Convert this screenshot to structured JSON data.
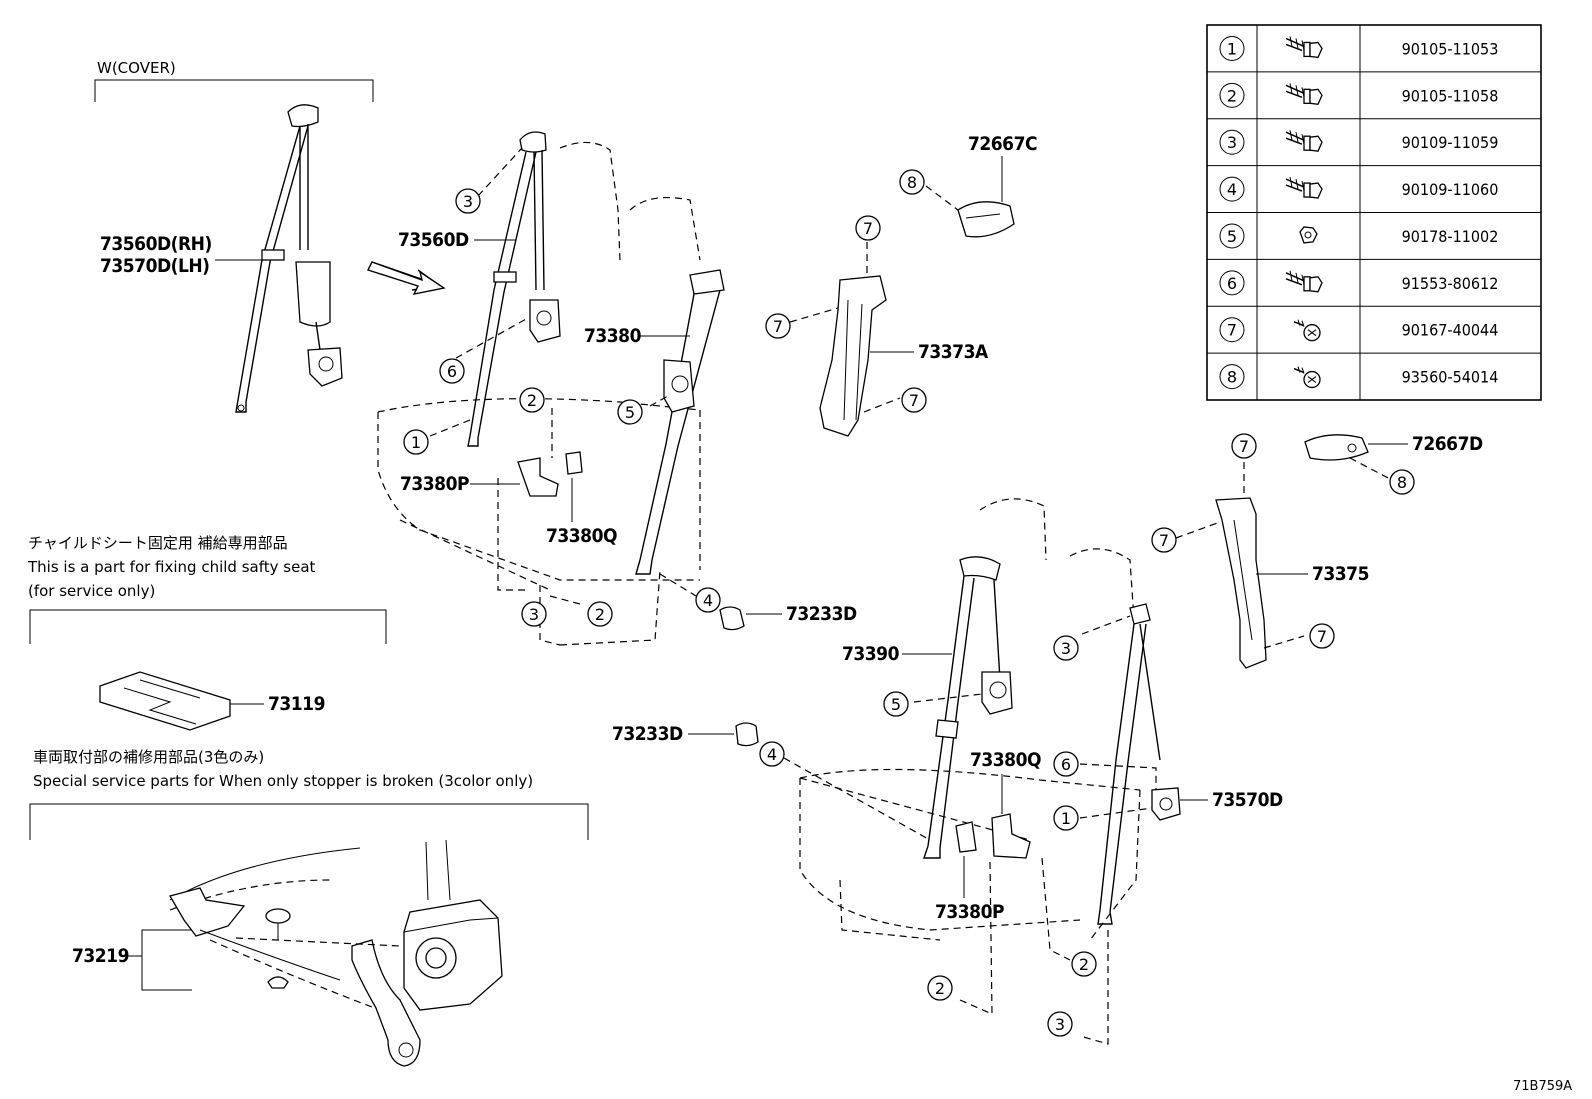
{
  "diagram_id": "71B759A",
  "cover_label": "W(COVER)",
  "part_labels": {
    "p73560D_RH": "73560D(RH)",
    "p73570D_LH": "73570D(LH)",
    "p73560D": "73560D",
    "p73380": "73380",
    "p73380P_top": "73380P",
    "p73380Q_top": "73380Q",
    "p73233D_top": "73233D",
    "p72667C": "72667C",
    "p73373A": "73373A",
    "p72667D": "72667D",
    "p73375": "73375",
    "p73390": "73390",
    "p73233D_mid": "73233D",
    "p73380Q_bot": "73380Q",
    "p73570D": "73570D",
    "p73380P_bot": "73380P",
    "p73119": "73119",
    "p73219": "73219"
  },
  "notes": {
    "child_seat_jp": "チャイルドシート固定用 補給専用部品",
    "child_seat_en1": "This is a part for fixing child safty seat",
    "child_seat_en2": "(for service only)",
    "stopper_jp": "車両取付部の補修用部品(3色のみ)",
    "stopper_en": "Special service parts for When only stopper is broken (3color only)"
  },
  "fastener_table": [
    {
      "ref": "1",
      "part_no": "90105-11053",
      "icon": "flange-bolt-icon"
    },
    {
      "ref": "2",
      "part_no": "90105-11058",
      "icon": "flange-bolt-icon"
    },
    {
      "ref": "3",
      "part_no": "90109-11059",
      "icon": "bolt-icon"
    },
    {
      "ref": "4",
      "part_no": "90109-11060",
      "icon": "bolt-icon"
    },
    {
      "ref": "5",
      "part_no": "90178-11002",
      "icon": "nut-icon"
    },
    {
      "ref": "6",
      "part_no": "91553-80612",
      "icon": "flange-bolt-icon"
    },
    {
      "ref": "7",
      "part_no": "90167-40044",
      "icon": "screw-icon"
    },
    {
      "ref": "8",
      "part_no": "93560-54014",
      "icon": "screw-icon"
    }
  ],
  "callout_refs": {
    "c3a": "3",
    "c6a": "6",
    "c1a": "1",
    "c2a": "2",
    "c3b": "3",
    "c2b": "2",
    "c5a": "5",
    "c4a": "4",
    "c8a": "8",
    "c7a": "7",
    "c7b": "7",
    "c7c": "7",
    "c7d": "7",
    "c7e": "7",
    "c8b": "8",
    "c7f": "7",
    "c3c": "3",
    "c5b": "5",
    "c4b": "4",
    "c6b": "6",
    "c1b": "1",
    "c2c": "2",
    "c2d": "2",
    "c3d": "3"
  }
}
